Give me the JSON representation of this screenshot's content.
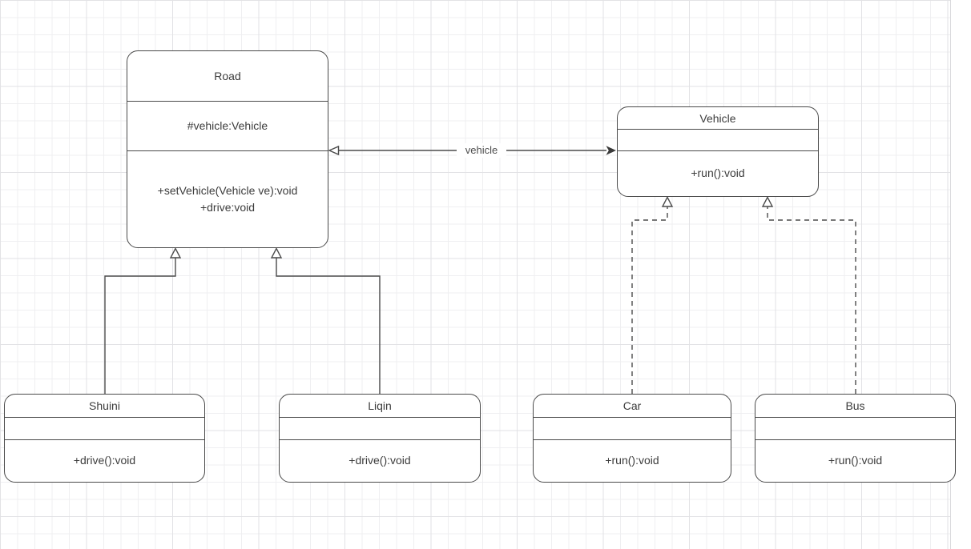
{
  "diagram": {
    "type": "uml-class-diagram",
    "association_label": "vehicle"
  },
  "classes": [
    {
      "name": "Road",
      "attributes": [
        "#vehicle:Vehicle"
      ],
      "methods": [
        "+setVehicle(Vehicle ve):void",
        "+drive:void"
      ]
    },
    {
      "name": "Vehicle",
      "attributes": [],
      "methods": [
        "+run():void"
      ]
    },
    {
      "name": "Shuini",
      "attributes": [],
      "methods": [
        "+drive():void"
      ]
    },
    {
      "name": "Liqin",
      "attributes": [],
      "methods": [
        "+drive():void"
      ]
    },
    {
      "name": "Car",
      "attributes": [],
      "methods": [
        "+run():void"
      ]
    },
    {
      "name": "Bus",
      "attributes": [],
      "methods": [
        "+run():void"
      ]
    }
  ],
  "relationships": [
    {
      "from": "Road",
      "to": "Vehicle",
      "type": "association",
      "label": "vehicle",
      "ends": "open-triangle-at-Road, filled-arrow-at-Vehicle"
    },
    {
      "from": "Shuini",
      "to": "Road",
      "type": "generalization",
      "line": "solid",
      "arrow": "hollow-triangle"
    },
    {
      "from": "Liqin",
      "to": "Road",
      "type": "generalization",
      "line": "solid",
      "arrow": "hollow-triangle"
    },
    {
      "from": "Car",
      "to": "Vehicle",
      "type": "realization",
      "line": "dashed",
      "arrow": "hollow-triangle"
    },
    {
      "from": "Bus",
      "to": "Vehicle",
      "type": "realization",
      "line": "dashed",
      "arrow": "hollow-triangle"
    }
  ],
  "colors": {
    "box_border": "#4a4a4a",
    "box_fill": "#ffffff",
    "text": "#3c3c3c",
    "connector": "#4c4c4c",
    "grid_minor": "#efeff1",
    "grid_major": "#e2e2e5",
    "canvas_bg": "#ffffff"
  }
}
